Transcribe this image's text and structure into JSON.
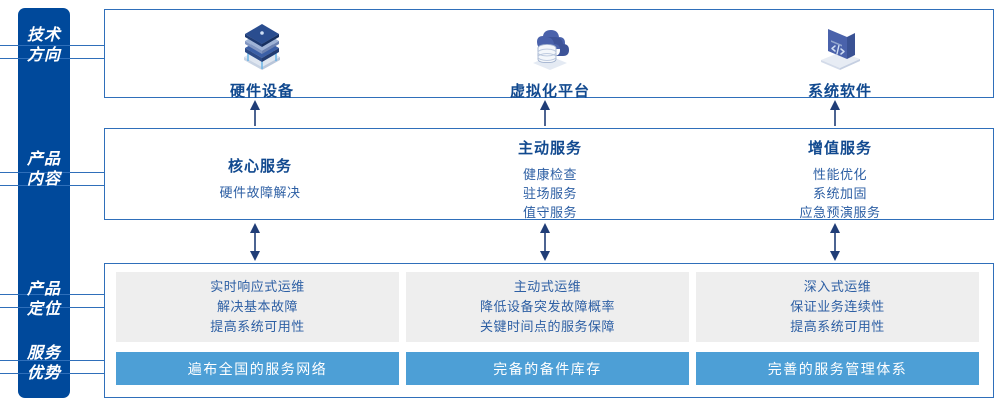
{
  "rail": {
    "labels": [
      {
        "name": "tech-direction",
        "line1": "技术",
        "line2": "方向"
      },
      {
        "name": "product-content",
        "line1": "产品",
        "line2": "内容"
      },
      {
        "name": "product-position",
        "line1": "产品",
        "line2": "定位"
      },
      {
        "name": "service-advantage",
        "line1": "服务",
        "line2": "优势"
      }
    ]
  },
  "tech_directions": [
    {
      "icon": "server-stack-icon",
      "label": "硬件设备"
    },
    {
      "icon": "cloud-database-icon",
      "label": "虚拟化平台"
    },
    {
      "icon": "laptop-code-icon",
      "label": "系统软件"
    }
  ],
  "product_content": [
    {
      "title": "核心服务",
      "items": [
        "硬件故障解决"
      ]
    },
    {
      "title": "主动服务",
      "items": [
        "健康检查",
        "驻场服务",
        "值守服务"
      ]
    },
    {
      "title": "增值服务",
      "items": [
        "性能优化",
        "系统加固",
        "应急预演服务"
      ]
    }
  ],
  "product_positions": [
    {
      "lines": [
        "实时响应式运维",
        "解决基本故障",
        "提高系统可用性"
      ]
    },
    {
      "lines": [
        "主动式运维",
        "降低设备突发故障概率",
        "关键时间点的服务保障"
      ]
    },
    {
      "lines": [
        "深入式运维",
        "保证业务连续性",
        "提高系统可用性"
      ]
    }
  ],
  "service_advantages": [
    {
      "label": "遍布全国的服务网络"
    },
    {
      "label": "完备的备件库存"
    },
    {
      "label": "完善的服务管理体系"
    }
  ],
  "arrows": [
    {
      "name": "arrow-up-col1",
      "type": "up"
    },
    {
      "name": "arrow-up-col2",
      "type": "up"
    },
    {
      "name": "arrow-up-col3",
      "type": "up"
    },
    {
      "name": "arrow-updown-col1",
      "type": "updown"
    },
    {
      "name": "arrow-updown-col2",
      "type": "updown"
    },
    {
      "name": "arrow-updown-col3",
      "type": "updown"
    }
  ],
  "colors": {
    "rail_blue": "#00499b",
    "border_blue": "#2f6fba",
    "title_blue": "#11498f",
    "text_blue": "#2d5fa4",
    "card_gray": "#eeeeee",
    "bar_blue": "#4d9fd6",
    "arrow_navy": "#203d77"
  }
}
